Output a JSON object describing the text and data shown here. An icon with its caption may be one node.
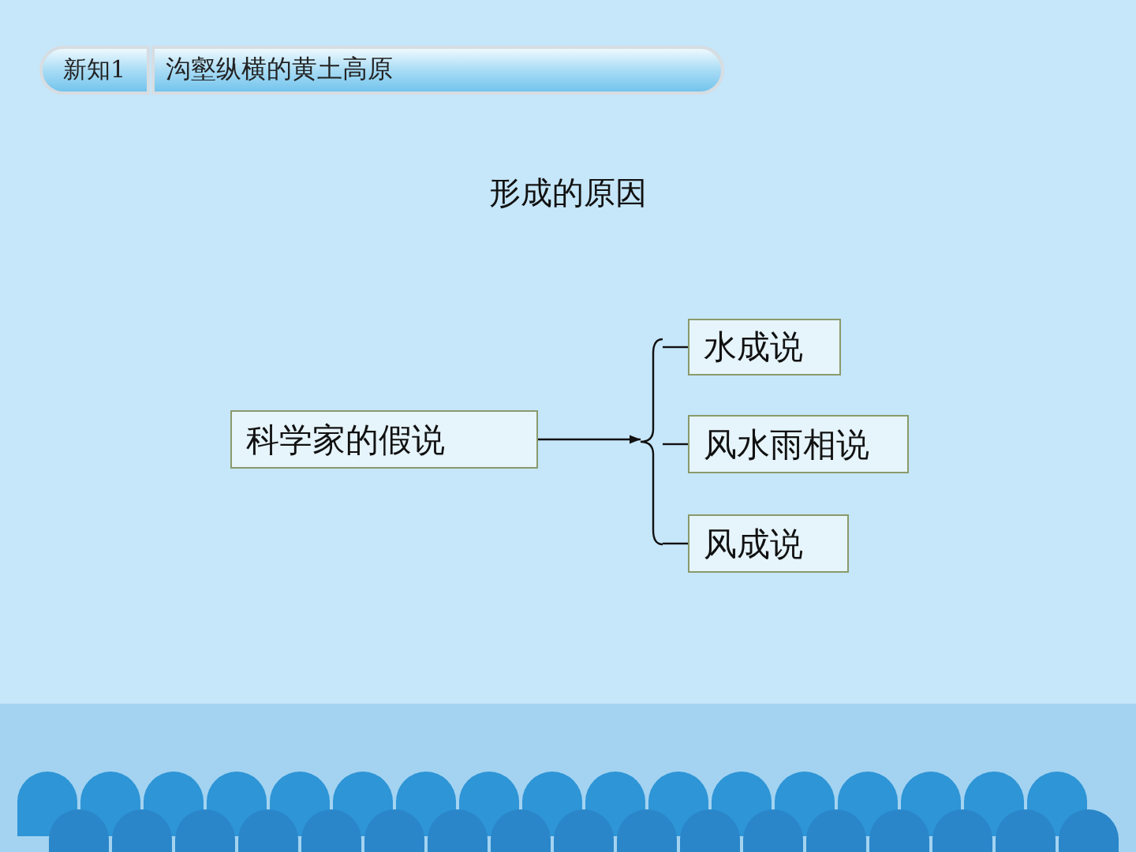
{
  "diagram": {
    "title": "形成的原因",
    "nodes": [
      {
        "text": [
          "新知1"
        ]
      },
      {
        "text": [
          "沟壑纵横的黄土高原"
        ]
      },
      {
        "text": [
          "科学家的假说"
        ]
      },
      {
        "text": [],
        "shape": "brace"
      },
      {
        "text": [
          "水成说"
        ]
      },
      {
        "text": [
          "风水雨相说"
        ]
      },
      {
        "text": [
          "风成说"
        ]
      }
    ],
    "edges": [
      {
        "from": 2,
        "to": 3,
        "arrow": "to"
      },
      {
        "from": 3,
        "to": 4,
        "arrow": "none"
      },
      {
        "from": 3,
        "to": 5,
        "arrow": "none"
      },
      {
        "from": 3,
        "to": 6,
        "arrow": "none"
      }
    ]
  }
}
